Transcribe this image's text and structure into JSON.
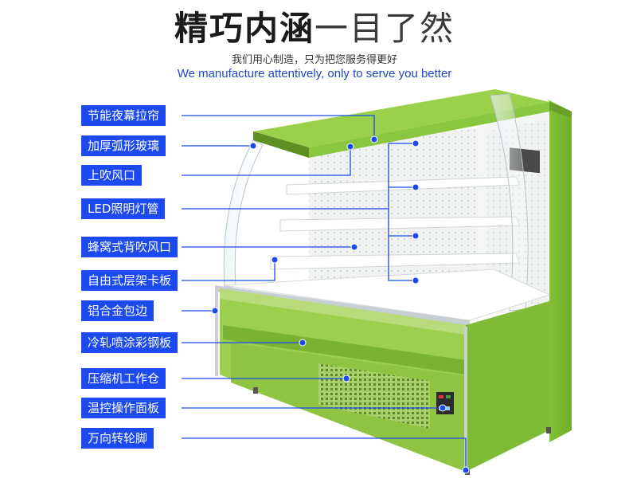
{
  "header": {
    "title_bold": "精巧内涵",
    "title_light": "一目了然",
    "subtitle_cn": "我们用心制造，只为把您服务得更好",
    "subtitle_en": "We manufacture attentively, only to serve you better"
  },
  "features": [
    {
      "label": "节能夜幕拉帘"
    },
    {
      "label": "加厚弧形玻璃"
    },
    {
      "label": "上吹风口"
    },
    {
      "label": "LED照明灯管"
    },
    {
      "label": "蜂窝式背吹风口"
    },
    {
      "label": "自由式层架卡板"
    },
    {
      "label": "铝合金包边"
    },
    {
      "label": "冷轧喷涂彩钢板"
    },
    {
      "label": "压缩机工作仓"
    },
    {
      "label": "温控操作面板"
    },
    {
      "label": "万向转轮脚"
    }
  ],
  "colors": {
    "label_bg": "#1c49f0",
    "cabinet_green": "#8cc63f",
    "accent_blue": "#1f46c8"
  }
}
